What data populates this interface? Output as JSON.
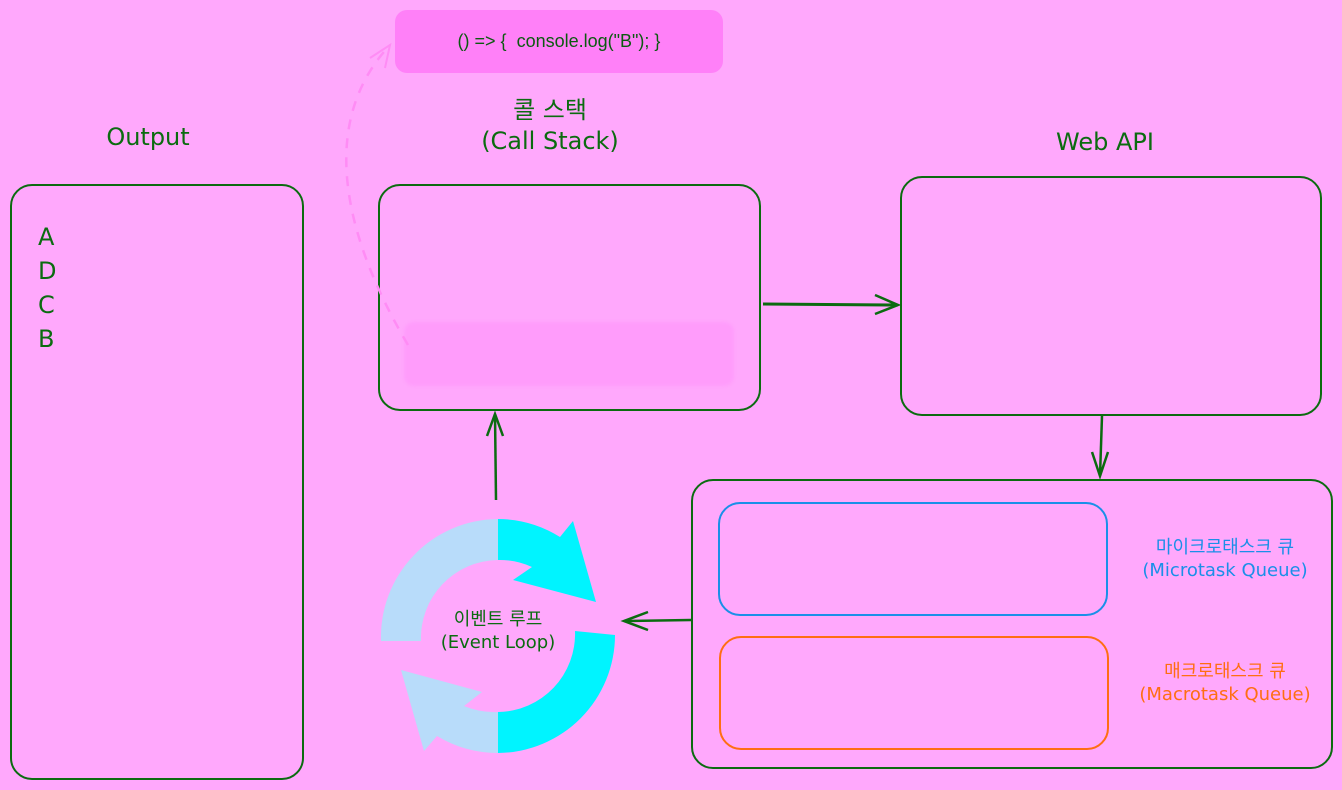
{
  "callback_chip": {
    "code": "() => {  console.log(\"B\"); }",
    "color": "#ff80f8"
  },
  "output": {
    "title": "Output",
    "lines": [
      "A",
      "D",
      "C",
      "B"
    ]
  },
  "call_stack": {
    "title_ko": "콜 스택",
    "title_en": "(Call Stack)"
  },
  "web_api": {
    "title": "Web API"
  },
  "event_loop": {
    "label_ko": "이벤트 루프",
    "label_en": "(Event Loop)",
    "colors": {
      "light": "#b8dcfa",
      "bright": "#00f4ff"
    }
  },
  "microtask_queue": {
    "label_ko": "마이크로태스크 큐",
    "label_en": "(Microtask Queue)",
    "color": "#1a8fe8"
  },
  "macrotask_queue": {
    "label_ko": "매크로태스크 큐",
    "label_en": "(Macrotask Queue)",
    "color": "#ff6e12"
  },
  "stroke_color": "#0b6b10",
  "background": "#ffa8fc"
}
